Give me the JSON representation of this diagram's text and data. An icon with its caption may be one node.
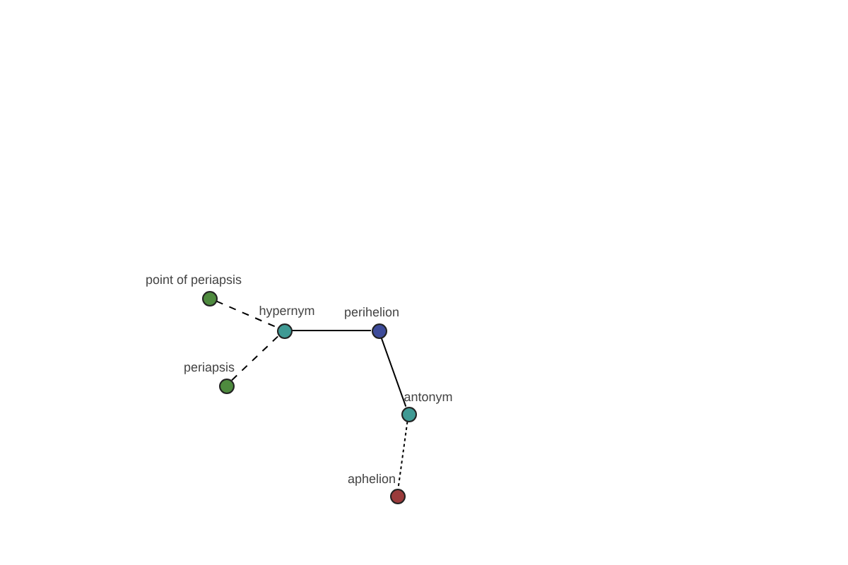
{
  "diagram": {
    "nodes": [
      {
        "text": [],
        "shape": "circle",
        "beside": [
          "point of periapsis"
        ]
      },
      {
        "text": [],
        "shape": "circle",
        "beside": [
          "hypernym"
        ]
      },
      {
        "text": [],
        "shape": "circle",
        "beside": [
          "perihelion"
        ]
      },
      {
        "text": [],
        "shape": "circle",
        "beside": [
          "periapsis"
        ]
      },
      {
        "text": [],
        "shape": "circle",
        "beside": [
          "antonym"
        ]
      },
      {
        "text": [],
        "shape": "circle",
        "beside": [
          "aphelion"
        ]
      }
    ],
    "edges": [
      {
        "from": 0,
        "to": 1,
        "arrow": "none",
        "style": "dashed"
      },
      {
        "from": 3,
        "to": 1,
        "arrow": "none",
        "style": "dashed"
      },
      {
        "from": 1,
        "to": 2,
        "arrow": "none"
      },
      {
        "from": 2,
        "to": 4,
        "arrow": "none"
      },
      {
        "from": 4,
        "to": 5,
        "arrow": "none",
        "style": "dashed"
      }
    ]
  }
}
